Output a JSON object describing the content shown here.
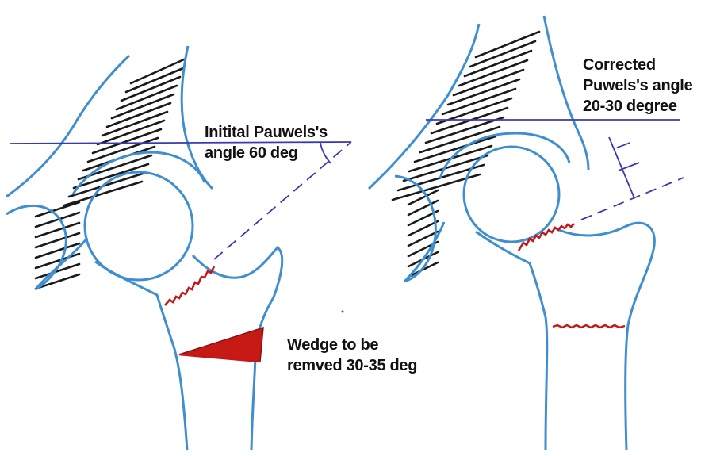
{
  "labels": {
    "initial": [
      "Initital Pauwels's",
      "angle 60 deg"
    ],
    "corrected": [
      "Corrected",
      "Puwels's angle",
      "20-30 degree"
    ],
    "wedge": [
      "Wedge to be",
      "remved 30-35 deg"
    ]
  },
  "colors": {
    "bone_outline": "#3f8fd0",
    "reference_line": "#3a3ab0",
    "fracture": "#c21818",
    "wedge": "#c81a14",
    "hatching": "#1a1a1a",
    "background": "#ffffff"
  }
}
